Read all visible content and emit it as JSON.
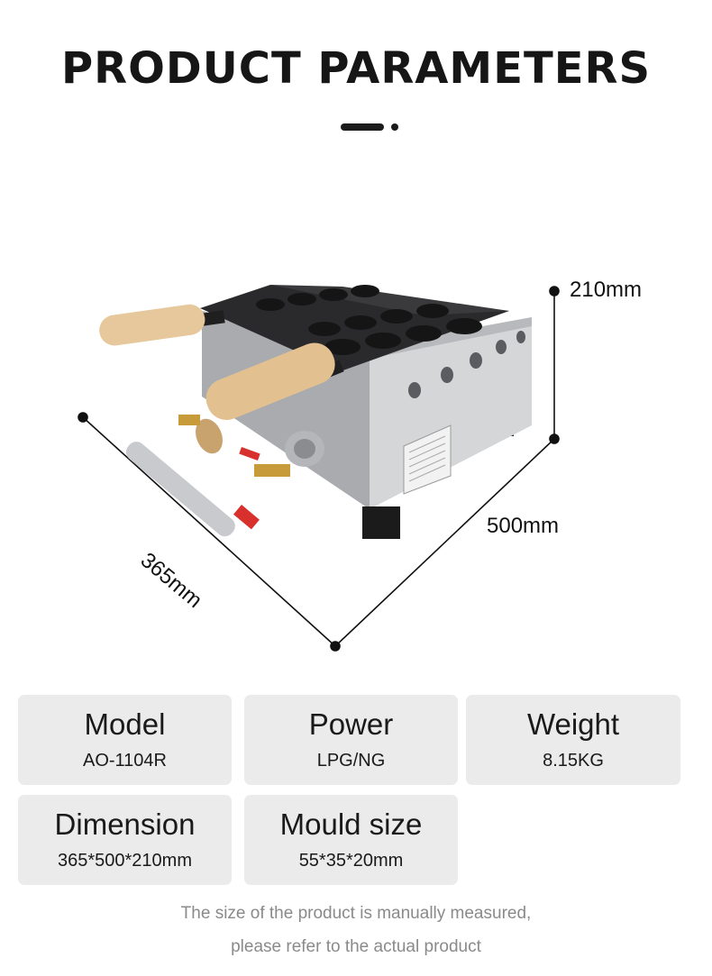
{
  "header": {
    "title": "PRODUCT PARAMETERS"
  },
  "dimensions": {
    "height": "210mm",
    "width": "500mm",
    "depth": "365mm"
  },
  "specs": [
    {
      "label": "Model",
      "value": "AO-1104R"
    },
    {
      "label": "Power",
      "value": "LPG/NG"
    },
    {
      "label": "Weight",
      "value": "8.15KG"
    },
    {
      "label": "Dimension",
      "value": "365*500*210mm"
    },
    {
      "label": "Mould size",
      "value": "55*35*20mm"
    }
  ],
  "footer": {
    "note_line1": "The size of the product is manually measured,",
    "note_line2": "please refer to the actual product"
  },
  "colors": {
    "card_bg": "#ebebeb",
    "title": "#161616",
    "note": "#8a8a8a",
    "steel": "#c9cacc",
    "handle_wood": "#e7c89c"
  }
}
